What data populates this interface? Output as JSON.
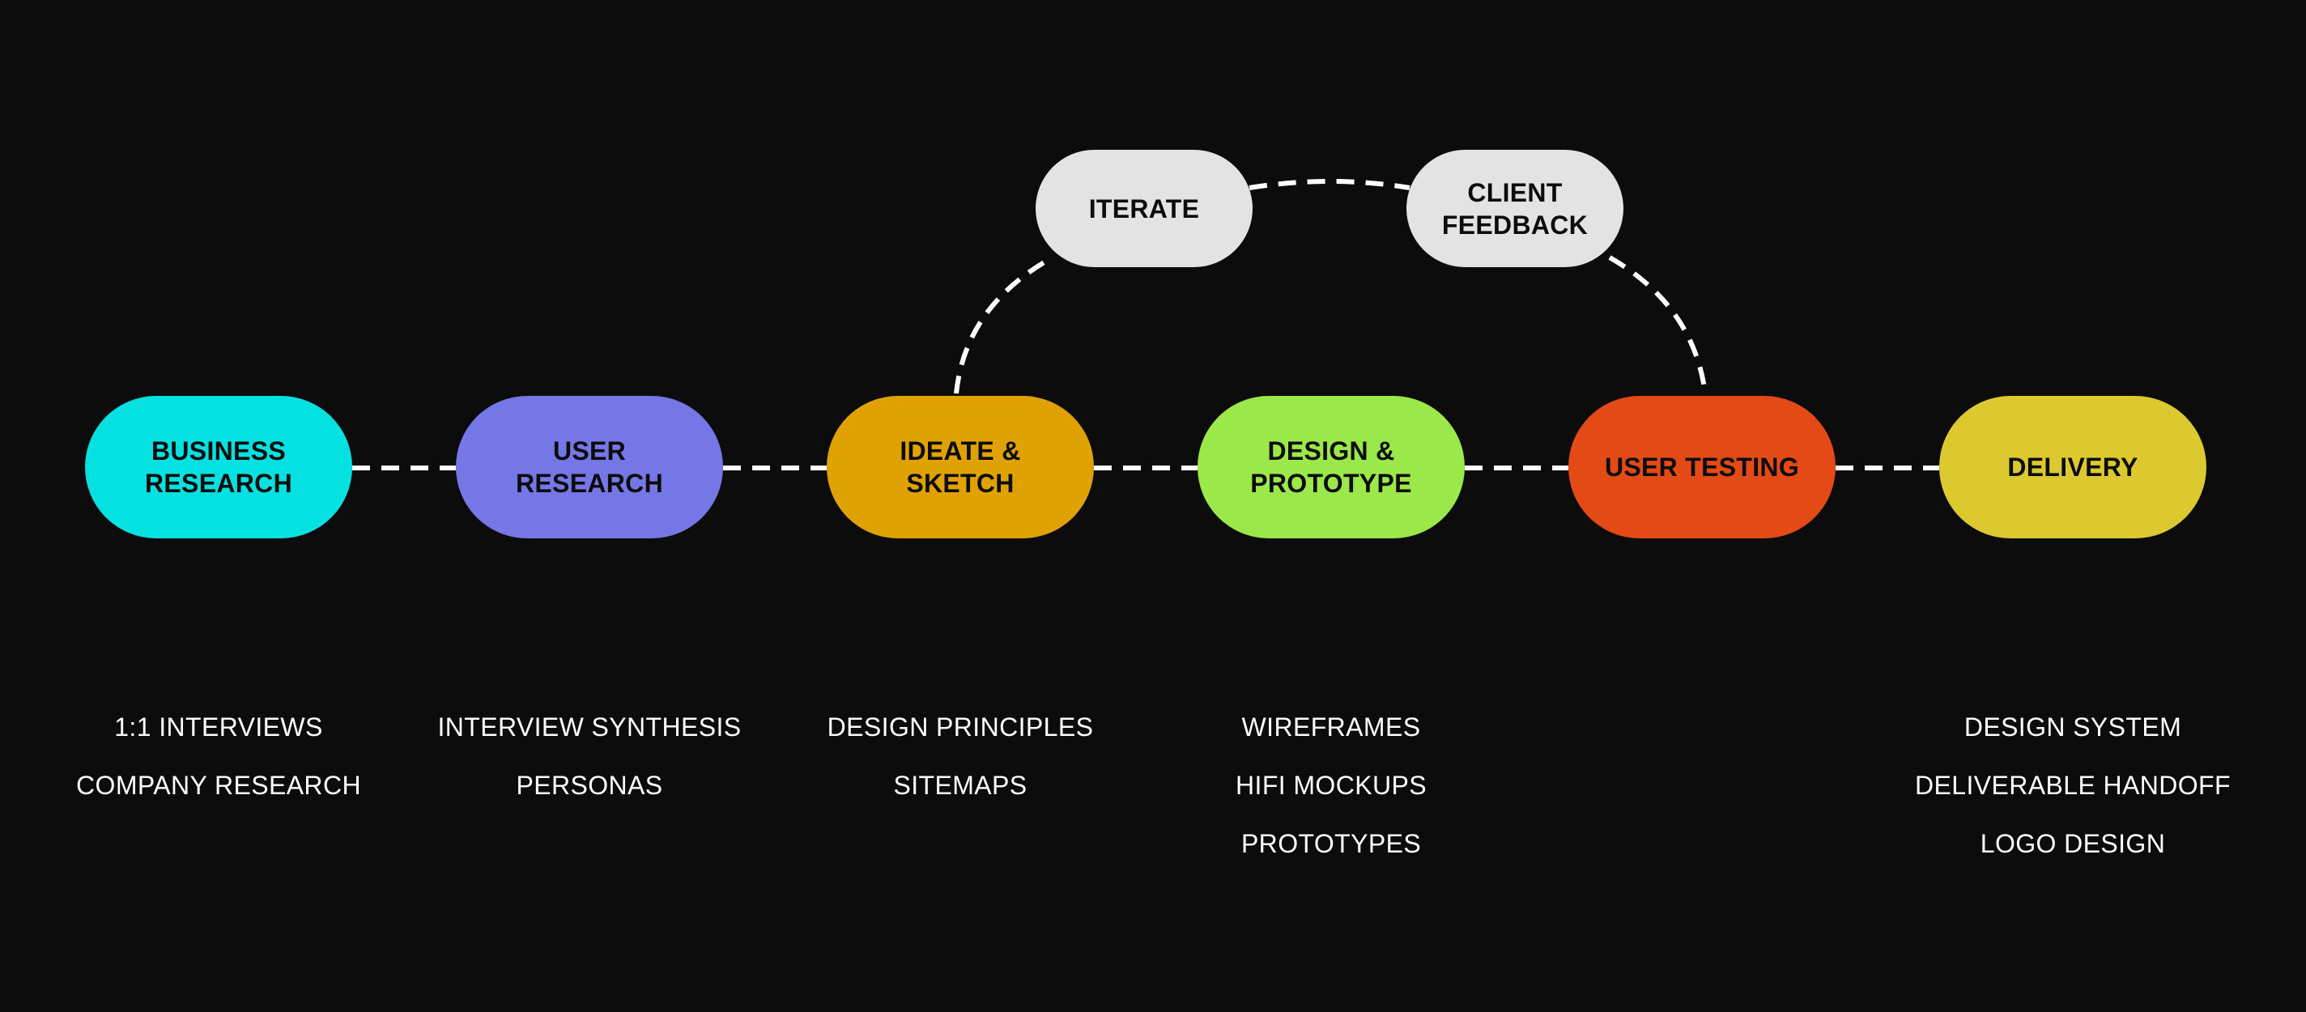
{
  "colors": {
    "background": "#0c0c0d",
    "connector": "#ffffff",
    "loop_node": "#e3e3e3"
  },
  "stages": [
    {
      "id": "business-research",
      "label": "BUSINESS\nRESEARCH",
      "color": "#05e1e1",
      "outputs": [
        "1:1 INTERVIEWS",
        "COMPANY RESEARCH"
      ]
    },
    {
      "id": "user-research",
      "label": "USER\nRESEARCH",
      "color": "#7677e6",
      "outputs": [
        "INTERVIEW SYNTHESIS",
        "PERSONAS"
      ]
    },
    {
      "id": "ideate-sketch",
      "label": "IDEATE &\nSKETCH",
      "color": "#e0a203",
      "outputs": [
        "DESIGN PRINCIPLES",
        "SITEMAPS"
      ]
    },
    {
      "id": "design-prototype",
      "label": "DESIGN &\nPROTOTYPE",
      "color": "#9be84a",
      "outputs": [
        "WIREFRAMES",
        "HIFI MOCKUPS",
        "PROTOTYPES"
      ]
    },
    {
      "id": "user-testing",
      "label": "USER TESTING",
      "color": "#e34a15",
      "outputs": []
    },
    {
      "id": "delivery",
      "label": "DELIVERY",
      "color": "#dcc92f",
      "outputs": [
        "DESIGN SYSTEM",
        "DELIVERABLE HANDOFF",
        "LOGO DESIGN"
      ]
    }
  ],
  "loop": [
    {
      "id": "iterate",
      "label": "ITERATE"
    },
    {
      "id": "client-feedback",
      "label": "CLIENT\nFEEDBACK"
    }
  ]
}
